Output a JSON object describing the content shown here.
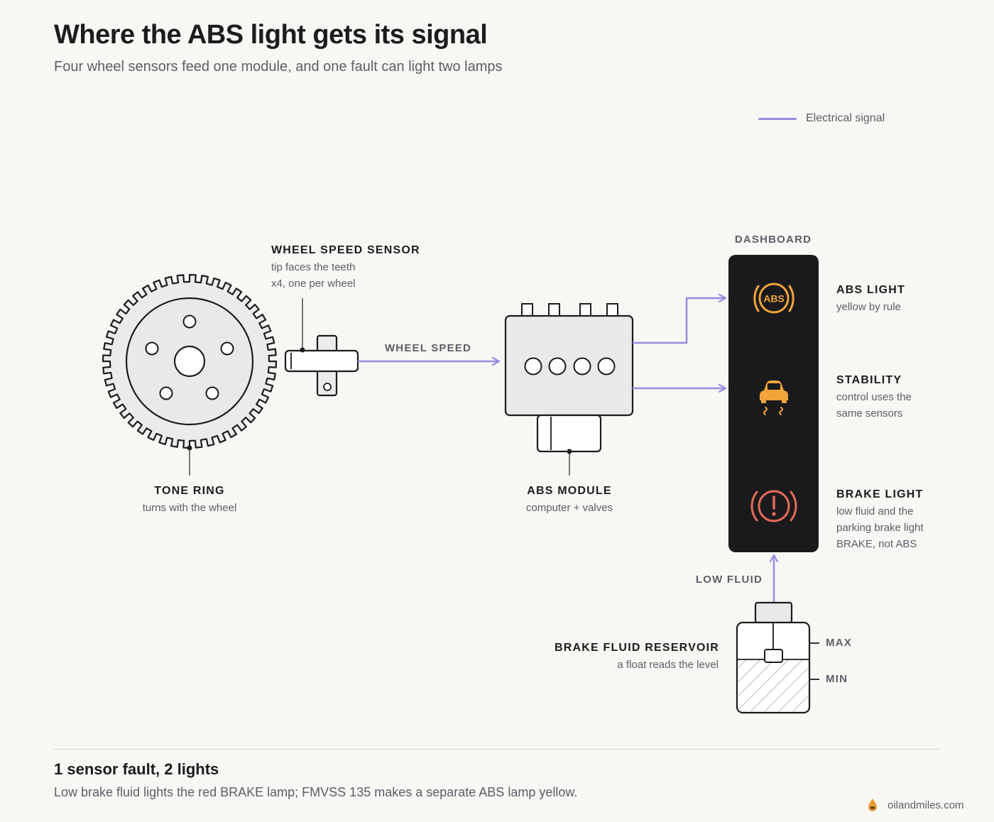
{
  "header": {
    "title": "Where the ABS light gets its signal",
    "subtitle": "Four wheel sensors feed one module, and one fault can light two lamps"
  },
  "legend": {
    "label": "Electrical signal",
    "color": "#9b8ae0"
  },
  "components": {
    "sensor": {
      "title": "WHEEL SPEED SENSOR",
      "line1": "tip faces the teeth",
      "line2": "x4, one per wheel"
    },
    "tone_ring": {
      "title": "TONE RING",
      "line1": "turns with the wheel"
    },
    "module": {
      "title": "ABS MODULE",
      "line1": "computer + valves"
    },
    "reservoir": {
      "title": "BRAKE FLUID RESERVOIR",
      "line1": "a float reads the level",
      "max_label": "MAX",
      "min_label": "MIN"
    }
  },
  "connections": {
    "wheel_speed": "WHEEL SPEED",
    "low_fluid": "LOW FLUID"
  },
  "dashboard": {
    "title": "DASHBOARD",
    "abs_icon_text": "ABS",
    "lamps": [
      {
        "title": "ABS LIGHT",
        "lines": [
          "yellow by rule"
        ],
        "color": "#f0a43a",
        "icon": "abs-icon"
      },
      {
        "title": "STABILITY",
        "lines": [
          "control uses the",
          "same sensors"
        ],
        "color": "#f0a43a",
        "icon": "skidding-car-icon"
      },
      {
        "title": "BRAKE LIGHT",
        "lines": [
          "low fluid and the",
          "parking brake light",
          "BRAKE, not ABS"
        ],
        "color": "#e46a58",
        "icon": "brake-warning-icon"
      }
    ]
  },
  "footer": {
    "title": "1 sensor fault, 2 lights",
    "text": "Low brake fluid lights the red BRAKE lamp; FMVSS 135 makes a separate ABS lamp yellow.",
    "brand": "oilandmiles.com",
    "brand_color": "#e89a2e"
  }
}
